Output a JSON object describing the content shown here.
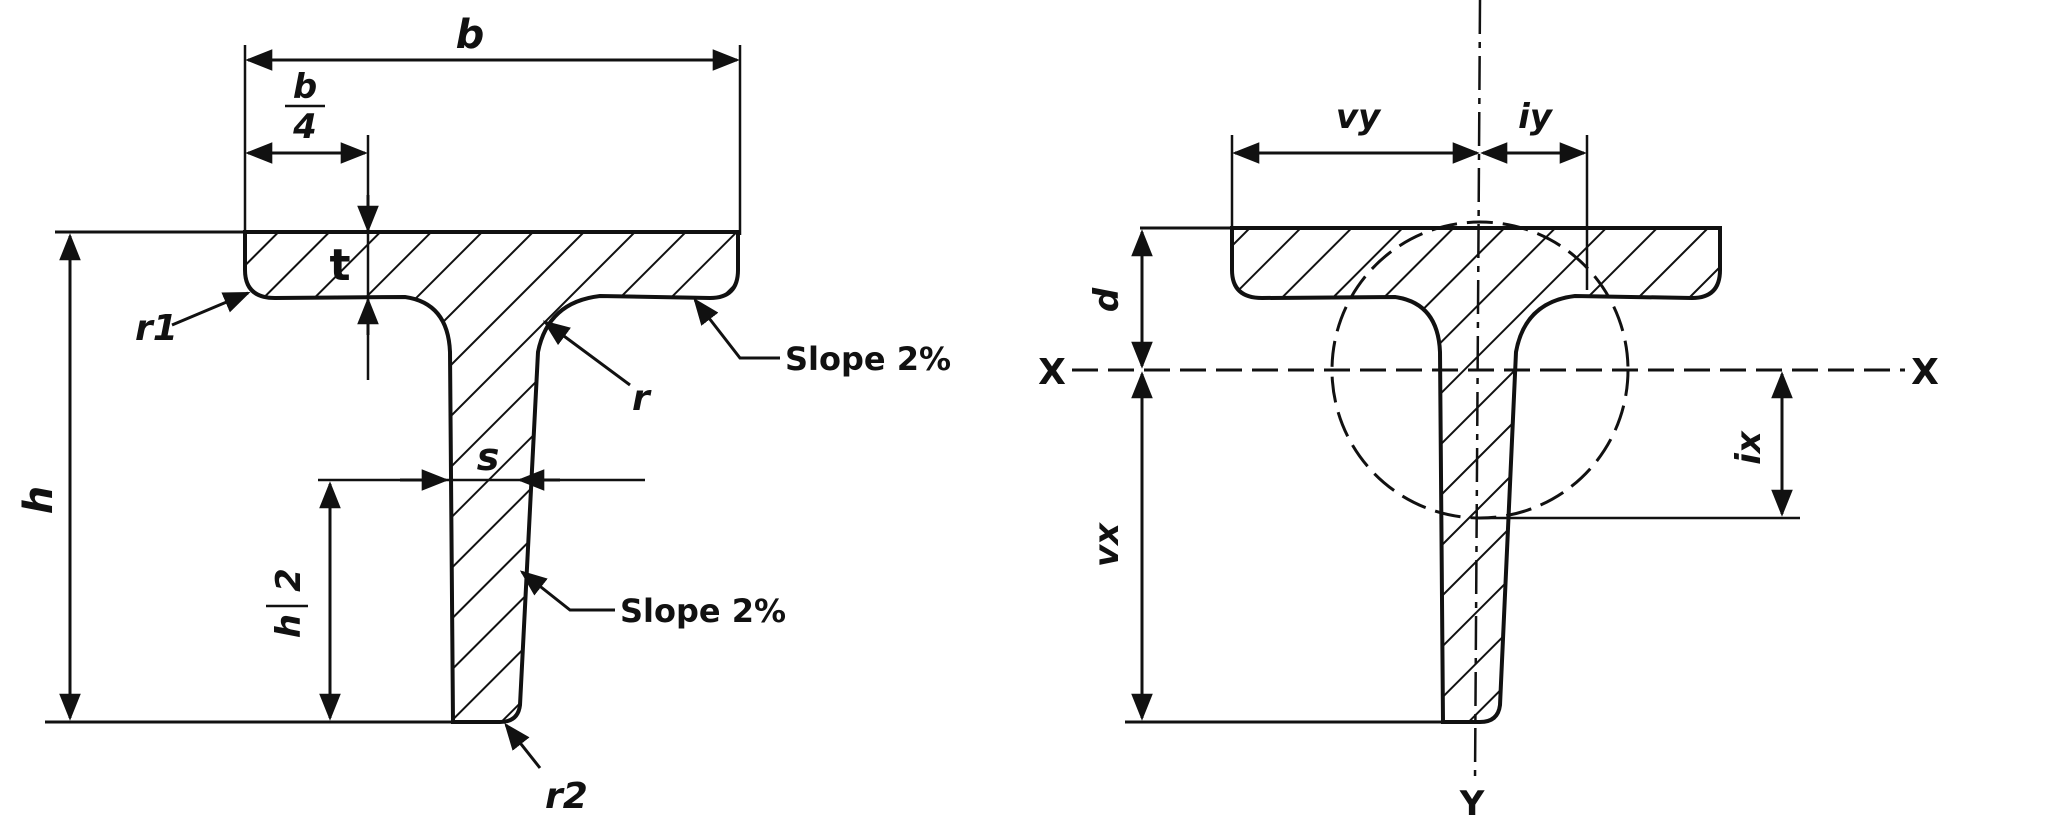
{
  "figure_left": {
    "dim_width": "b",
    "dim_quarter_num": "b",
    "dim_quarter_den": "4",
    "dim_flange_thickness": "t",
    "dim_height": "h",
    "dim_half_height_num": "h",
    "dim_half_height_den": "2",
    "dim_stem_thickness": "s",
    "radius_flange_tip": "r1",
    "radius_root": "r",
    "radius_stem_tip": "r2",
    "note_flange_slope": "Slope 2%",
    "note_stem_slope": "Slope 2%"
  },
  "figure_right": {
    "dim_vy": "vy",
    "dim_iy": "iy",
    "dim_d": "d",
    "dim_vx": "vx",
    "dim_ix": "ix",
    "axis_x_left": "X",
    "axis_x_right": "X",
    "axis_y": "Y"
  },
  "colors": {
    "ink": "#111111",
    "paper": "#ffffff"
  }
}
